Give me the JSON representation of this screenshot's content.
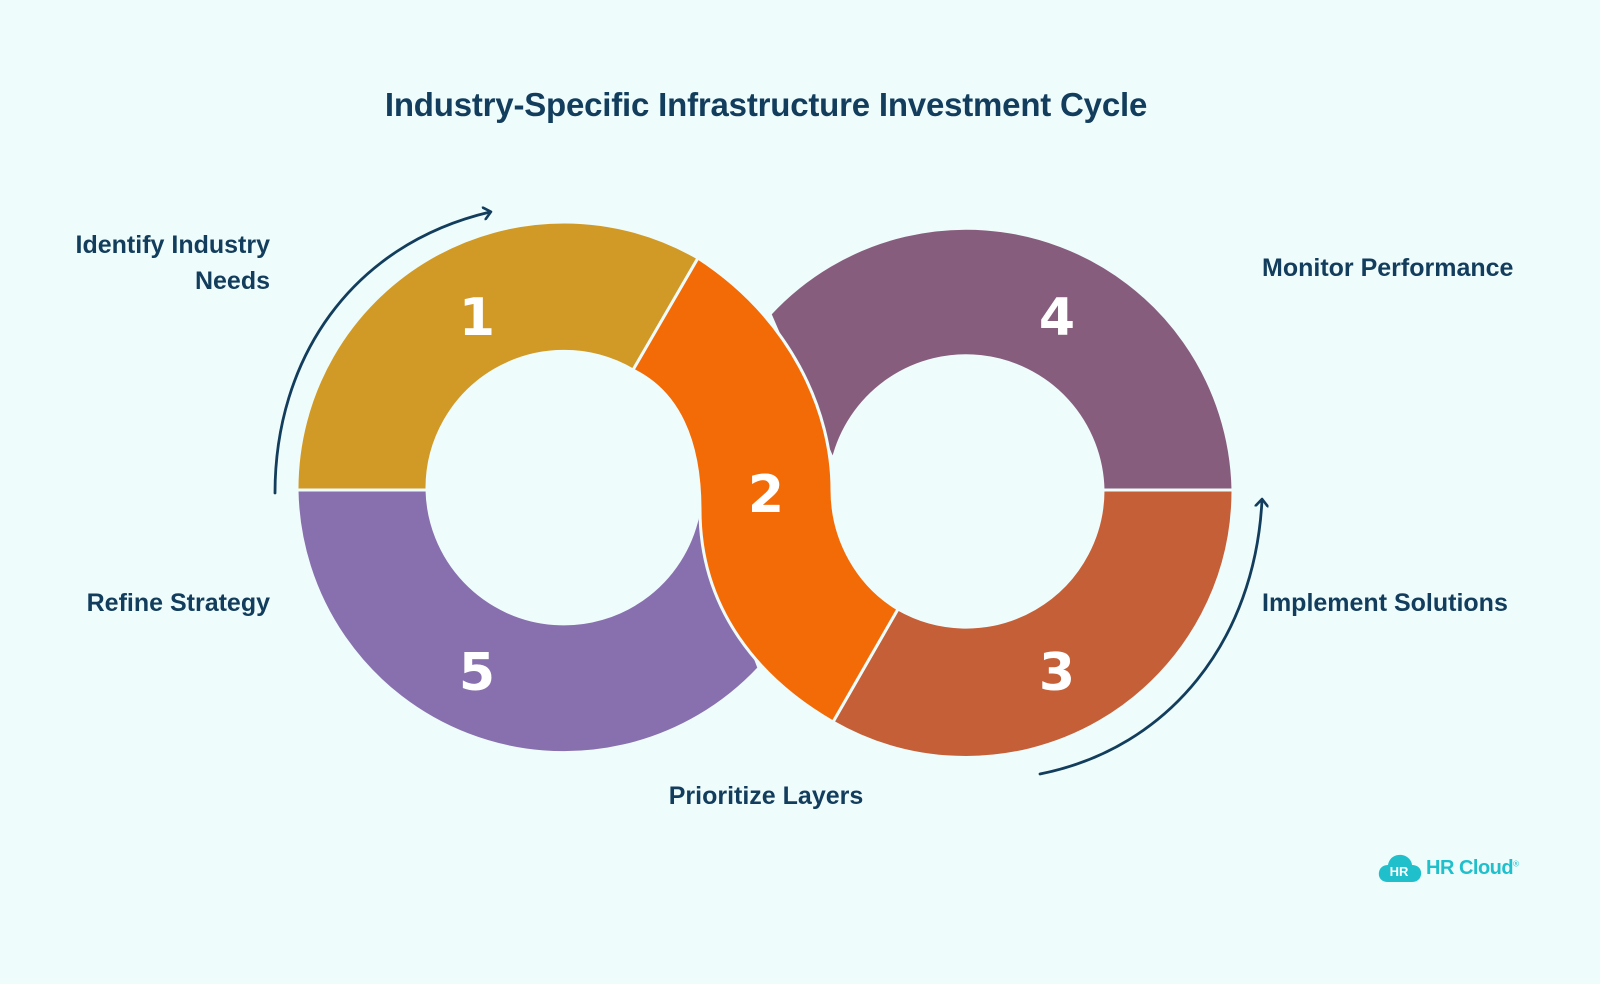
{
  "title": "Industry-Specific Infrastructure Investment Cycle",
  "steps": [
    {
      "number": "1",
      "label_lines": [
        "Identify Industry",
        "Needs"
      ],
      "color": "#d19a27"
    },
    {
      "number": "2",
      "label": "Prioritize Layers",
      "color": "#f36b06"
    },
    {
      "number": "3",
      "label": "Implement Solutions",
      "color": "#c55f38"
    },
    {
      "number": "4",
      "label": "Monitor Performance",
      "color": "#875d7d"
    },
    {
      "number": "5",
      "label": "Refine Strategy",
      "color": "#8870ae"
    }
  ],
  "colors": {
    "background": "#effcfc",
    "text": "#123d5c",
    "arrow": "#123d5c",
    "logo": "#1fbfcc"
  },
  "logo": {
    "badge": "HR",
    "name": "HR Cloud",
    "mark": "®"
  }
}
